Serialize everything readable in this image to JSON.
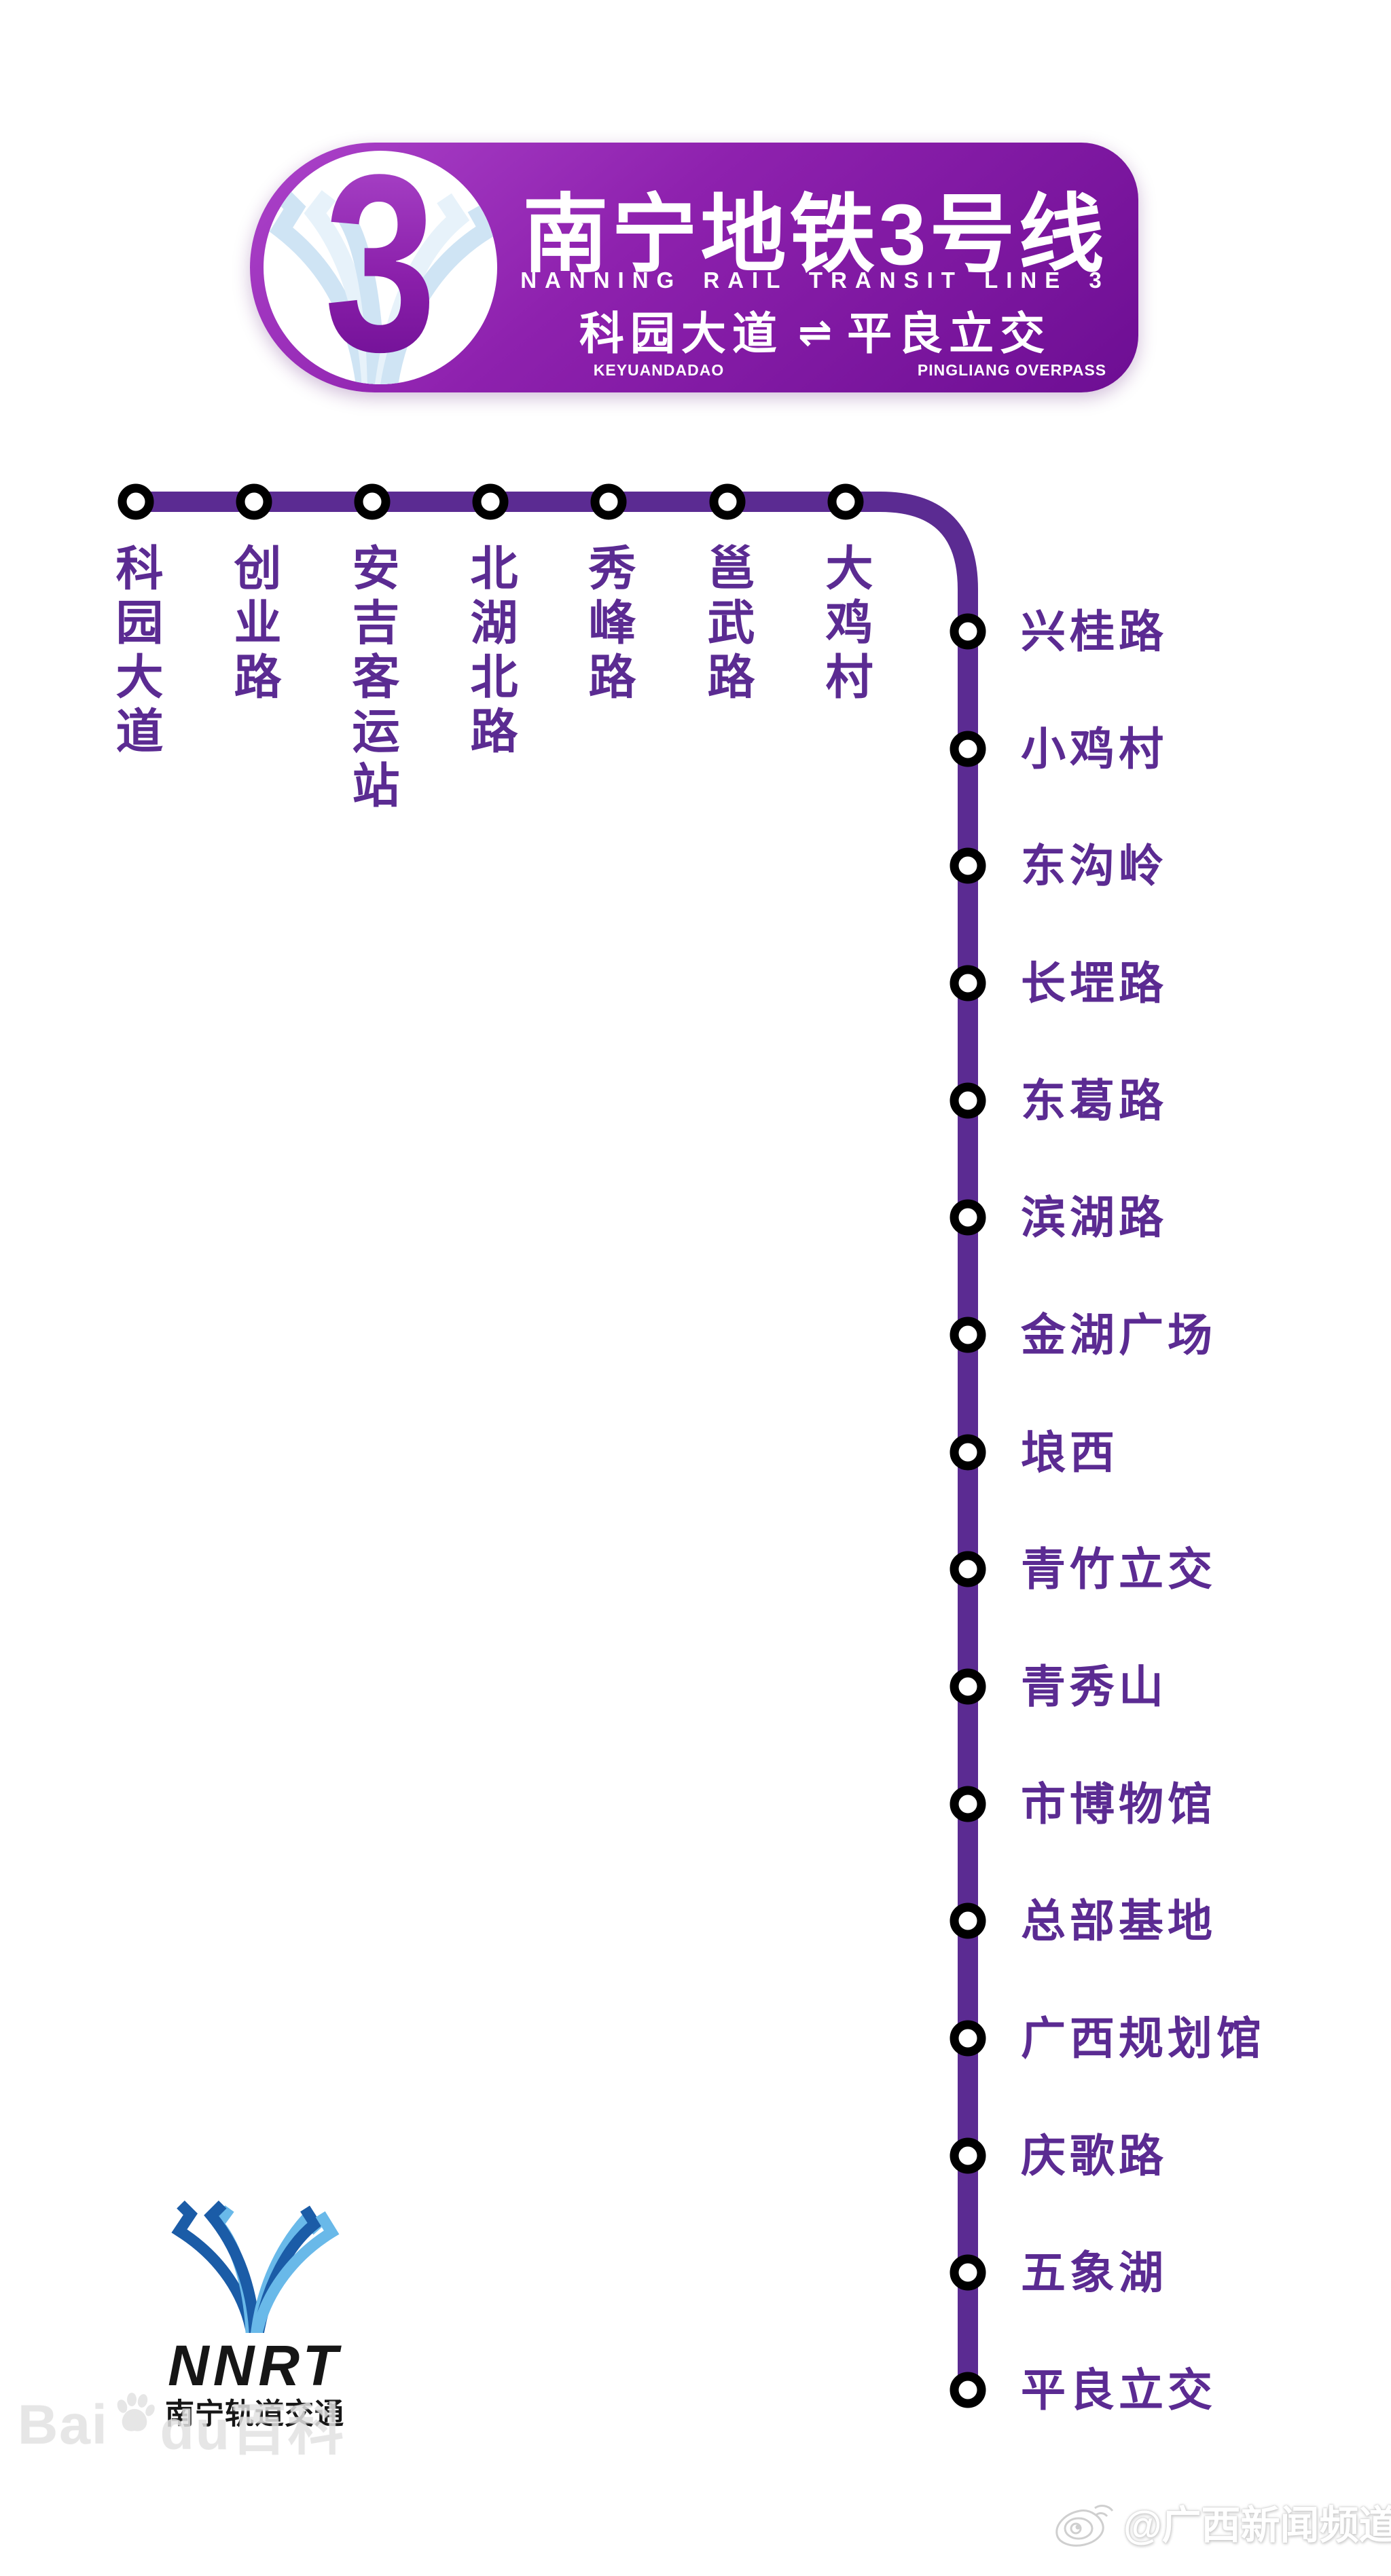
{
  "header": {
    "line_number": "3",
    "title_cn": "南宁地铁3号线",
    "title_en": "NANNING RAIL TRANSIT LINE 3",
    "from_cn": "科园大道",
    "to_cn": "平良立交",
    "arrow": "⇌",
    "from_en": "KEYUANDADAO",
    "to_en": "PINGLIANG OVERPASS"
  },
  "line": {
    "color": "#5B2B92",
    "stations_top": [
      "科园大道",
      "创业路",
      "安吉客运站",
      "北湖北路",
      "秀峰路",
      "邕武路",
      "大鸡村"
    ],
    "stations_right": [
      "兴桂路",
      "小鸡村",
      "东沟岭",
      "长堽路",
      "东葛路",
      "滨湖路",
      "金湖广场",
      "埌西",
      "青竹立交",
      "青秀山",
      "市博物馆",
      "总部基地",
      "广西规划馆",
      "庆歌路",
      "五象湖",
      "平良立交"
    ]
  },
  "logo": {
    "acronym": "NNRT",
    "name_cn": "南宁轨道交通",
    "blue_dark": "#1B5CA7",
    "blue_light": "#69B9E9"
  },
  "watermarks": {
    "baidu_left": "Bai",
    "baidu_right": "du百科",
    "weibo_handle": "@广西新闻频道"
  },
  "colors": {
    "line_purple": "#5B2B92",
    "station_label": "#5B2B92",
    "marker_ring": "#000000",
    "marker_fill": "#FFFFFF",
    "badge_bright": "#AC43CA",
    "badge_mid": "#8E21AE",
    "badge_deep": "#6D0E93",
    "circle_deco_blue": "#CFE4F4"
  }
}
